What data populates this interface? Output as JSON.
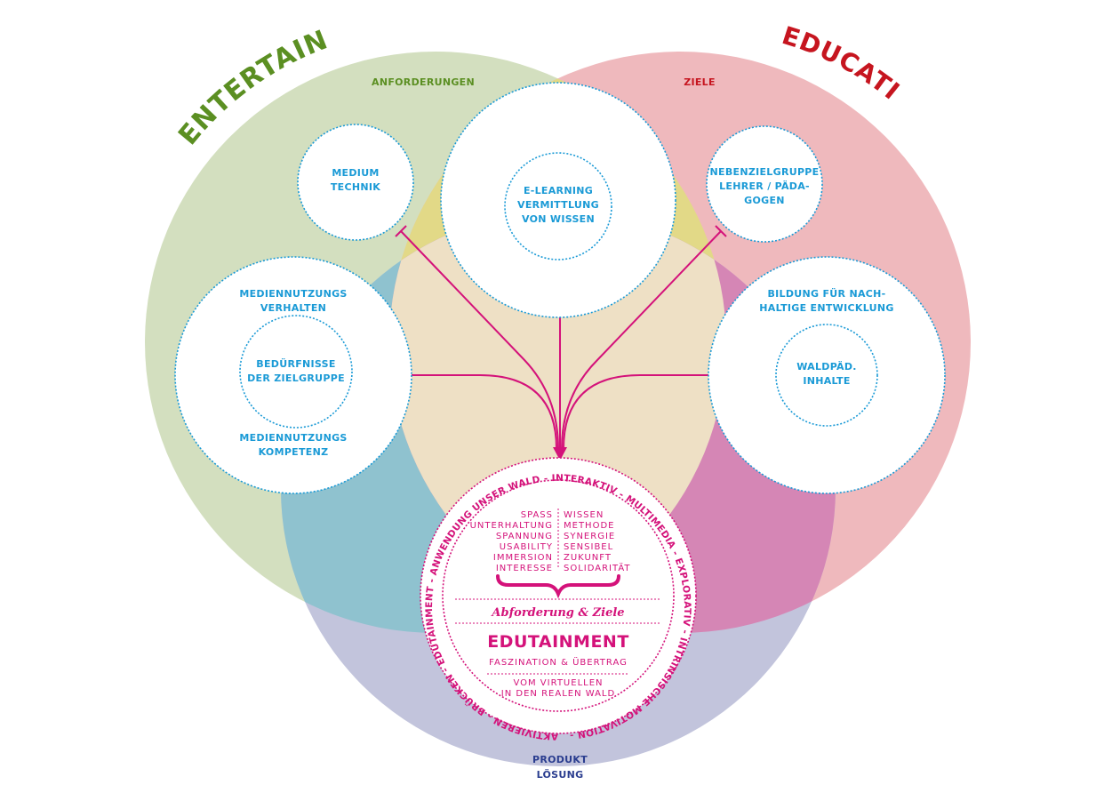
{
  "titles": {
    "entertainment": "ENTERTAINMENT",
    "education": "EDUCATION"
  },
  "section_labels": {
    "anforderungen": "ANFORDERUNGEN",
    "ziele": "ZIELE",
    "produkt_line1": "PRODUKT",
    "produkt_line2": "LÖSUNG"
  },
  "nodes": {
    "medium_technik": [
      "MEDIUM",
      "TECHNIK"
    ],
    "e_learning": [
      "E-LEARNING",
      "VERMITTLUNG",
      "VON WISSEN"
    ],
    "nebenzielgruppe": [
      "NEBENZIELGRUPPE",
      "LEHRER / PÄDA-",
      "GOGEN"
    ],
    "mediennutzungs_verhalten": [
      "MEDIENNUTZUNGS",
      "VERHALTEN"
    ],
    "beduerfnisse": [
      "BEDÜRFNISSE",
      "DER ZIELGRUPPE"
    ],
    "mediennutzungs_kompetenz": [
      "MEDIENNUTZUNGS",
      "KOMPETENZ"
    ],
    "bildung": [
      "BILDUNG FÜR NACH-",
      "HALTIGE ENTWICKLUNG"
    ],
    "waldpaed": [
      "WALDPÄD.",
      "INHALTE"
    ]
  },
  "center": {
    "left_words": [
      "SPASS",
      "UNTERHALTUNG",
      "SPANNUNG",
      "USABILITY",
      "IMMERSION",
      "INTERESSE"
    ],
    "right_words": [
      "WISSEN",
      "METHODE",
      "SYNERGIE",
      "SENSIBEL",
      "ZUKUNFT",
      "SOLIDARITÄT"
    ],
    "subtitle": "Abforderung & Ziele",
    "title": "EDUTAINMENT",
    "tagline": "FASZINATION & ÜBERTRAG",
    "footer_line1": "VOM VIRTUELLEN",
    "footer_line2": "IN DEN REALEN WALD",
    "ring_text": "AKTIVIEREN - BRÜCKEN - EDUTAINMENT - ANWENDUNG UNSER WALD - INTERAKTIV - MULTIMEDIA - EXPLORATIV - INTRINSISCHE MOTIVATION -"
  },
  "colors": {
    "entertainment_circle": "#d3dfbf",
    "education_circle": "#efb9bd",
    "product_circle": "#c2c4dc",
    "overlap_ent_edu": "#e2d987",
    "overlap_ent_prod": "#8fc2cf",
    "overlap_edu_prod": "#d586b5",
    "overlap_all": "#eee0c5",
    "entertainment_title": "#5b8f22",
    "education_title": "#c6151f",
    "accent_magenta": "#d4127a",
    "label_blue": "#1a9ad6",
    "produkt_label": "#2a3d8f"
  }
}
